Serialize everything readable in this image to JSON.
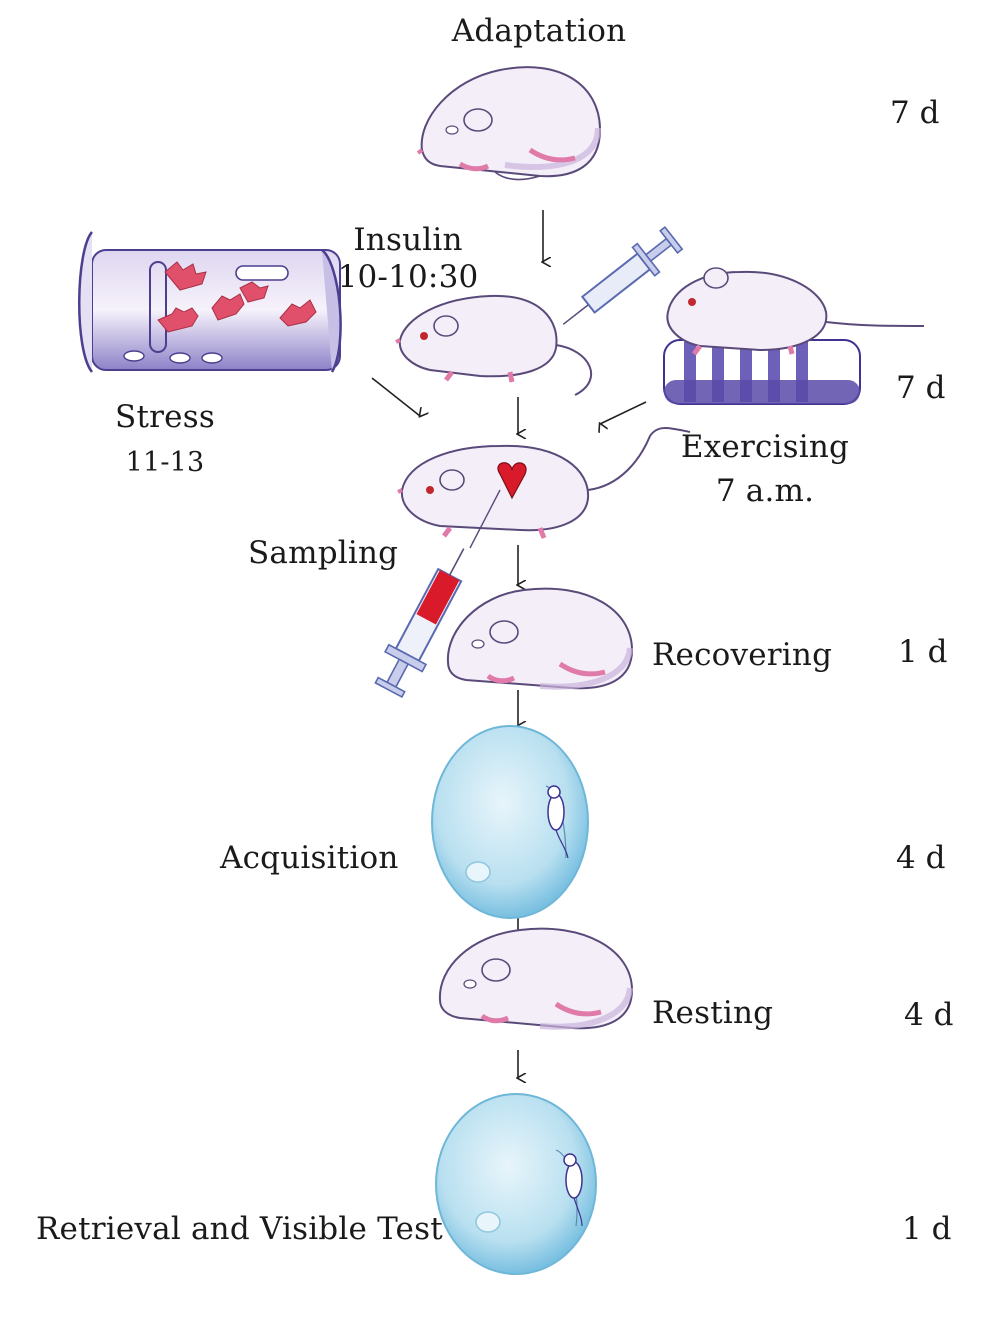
{
  "labels": {
    "adaptation": "Adaptation",
    "insulin": "Insulin",
    "insulin_time": "10-10:30",
    "stress": "Stress",
    "stress_time": "11-13",
    "exercising": "Exercising",
    "exercising_time": "7 a.m.",
    "sampling": "Sampling",
    "recovering": "Recovering",
    "acquisition": "Acquisition",
    "resting": "Resting",
    "retrieval": "Retrieval and Visible Test"
  },
  "durations": {
    "adaptation": "7 d",
    "treatment": "7 d",
    "recovering": "1 d",
    "acquisition": "4 d",
    "resting": "4 d",
    "retrieval": "1 d"
  },
  "colors": {
    "mouse_fill": "#f3eef8",
    "mouse_outline": "#5a4a7a",
    "mouse_shade": "#c9b3dc",
    "paw": "#e07aa8",
    "eye": "#c0282e",
    "pool": "#a9d8ec",
    "pool_dark": "#6fb7d8",
    "restrainer": "#7b6fc0",
    "hands": "#e0506a",
    "treadmill": "#5a4aa8",
    "blood": "#d91a2a",
    "syringe": "#9aa6d8"
  }
}
